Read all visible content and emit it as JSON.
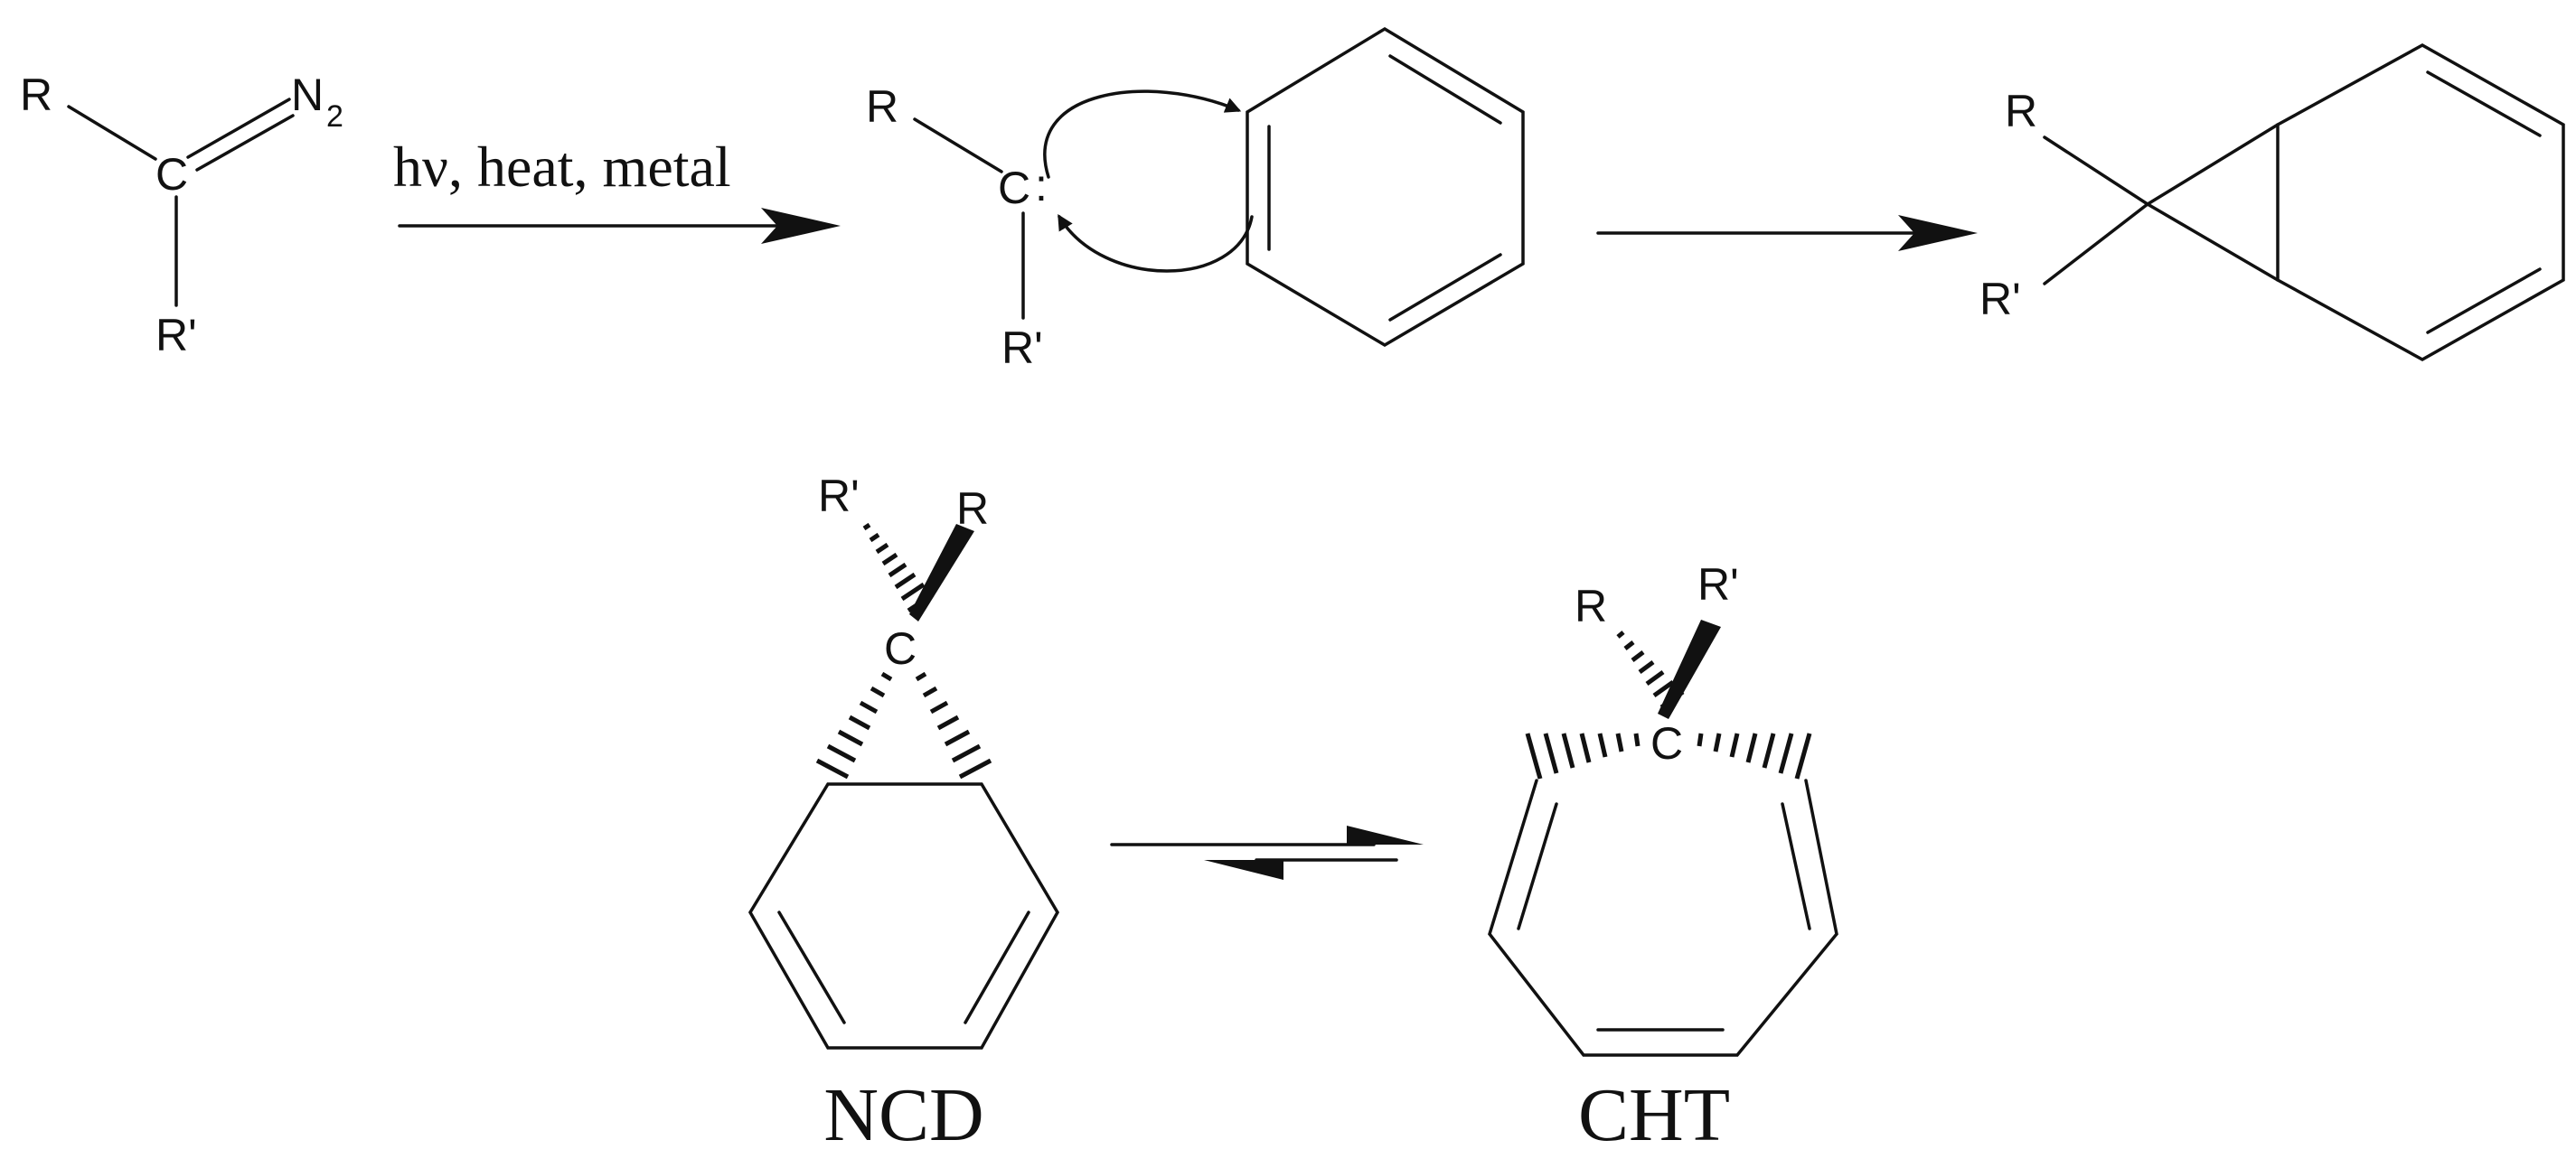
{
  "colors": {
    "ink": "#111111",
    "background": "#ffffff"
  },
  "labels": {
    "R": "R",
    "R_prime": "R'",
    "C": "C",
    "N": "N",
    "two": "2",
    "colon": ":"
  },
  "step1": {
    "conditions": "hν, heat, metal"
  },
  "compounds": {
    "ncd": {
      "name": "NCD"
    },
    "cht": {
      "name": "CHT"
    }
  }
}
